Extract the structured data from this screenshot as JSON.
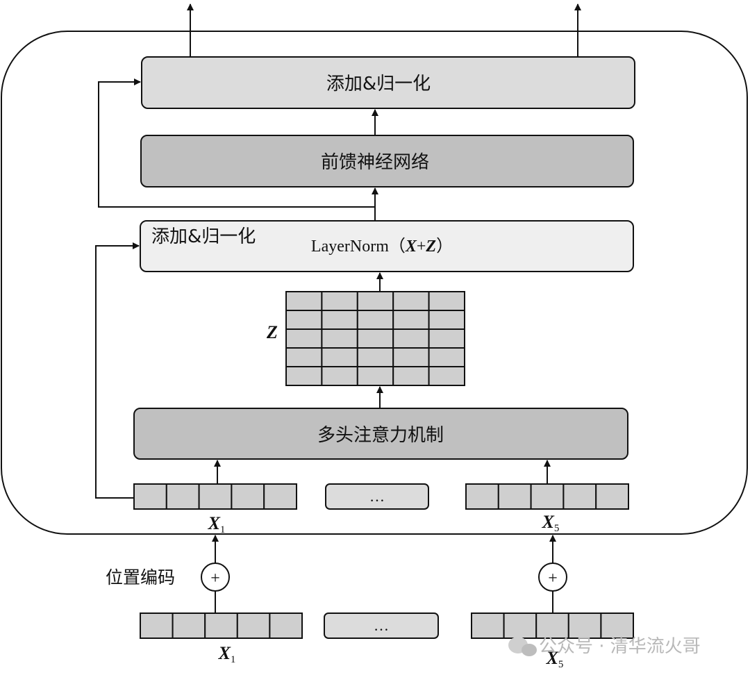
{
  "blocks": {
    "add_norm_top": "添加&归一化",
    "ffn": "前馈神经网络",
    "add_norm_mid": "添加&归一化",
    "layernorm_prefix": "LayerNorm（",
    "layernorm_x": "X",
    "layernorm_plus": "+",
    "layernorm_z": "Z",
    "layernorm_suffix": "）",
    "attention": "多头注意力机制"
  },
  "matrix": {
    "label": "Z",
    "rows": 5,
    "cols": 5
  },
  "inputs": {
    "inner_left": {
      "name": "X",
      "sub": "1"
    },
    "inner_right": {
      "name": "X",
      "sub": "5"
    },
    "outer_left": {
      "name": "X",
      "sub": "1"
    },
    "outer_right": {
      "name": "X",
      "sub": "5"
    },
    "ellipsis": "…",
    "cells_per_vector": 5
  },
  "positional_encoding": {
    "label": "位置编码",
    "plus": "+"
  },
  "watermark": {
    "text": "公众号 · 清华流火哥"
  },
  "colors": {
    "light_block": "#dcdcdc",
    "dark_block": "#c0c0c0",
    "lightest_block": "#efefef",
    "cell": "#cfcfcf",
    "stroke": "#111111"
  }
}
